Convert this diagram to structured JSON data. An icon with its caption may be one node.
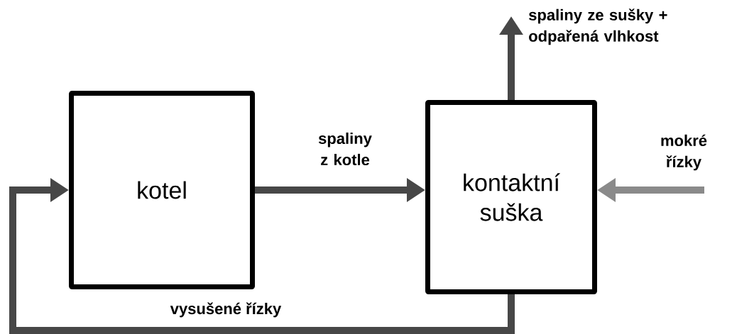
{
  "diagram": {
    "nodes": [
      {
        "text": [
          "kotel"
        ]
      },
      {
        "text": [
          "kontaktní suška"
        ]
      }
    ],
    "edges": [
      {
        "from": 0,
        "to": 1,
        "arrow": "to",
        "label": "spaliny z kotle"
      },
      {
        "from": 1,
        "to": null,
        "arrow": "to",
        "label": "spaliny ze sušky + odpařená vlhkost"
      },
      {
        "from": null,
        "to": 1,
        "arrow": "to",
        "label": "mokré řízky",
        "color": "#8a8a8a"
      },
      {
        "from": 1,
        "to": 0,
        "arrow": "to",
        "label": "vysušené řízky"
      }
    ]
  }
}
